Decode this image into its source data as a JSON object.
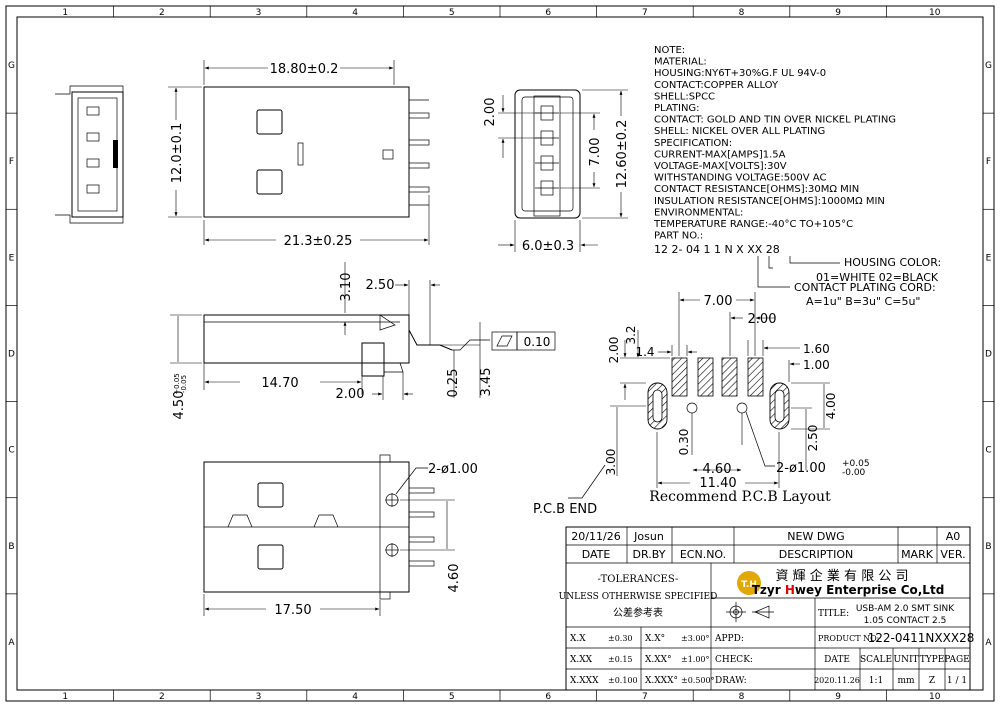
{
  "grid": {
    "cols": [
      "1",
      "2",
      "3",
      "4",
      "5",
      "6",
      "7",
      "8",
      "9",
      "10"
    ],
    "rows": [
      "G",
      "F",
      "E",
      "D",
      "C",
      "B",
      "A"
    ]
  },
  "notes": [
    "NOTE:",
    "MATERIAL:",
    "HOUSING:NY6T+30%G.F UL 94V-0",
    "CONTACT:COPPER ALLOY",
    "SHELL:SPCC",
    "PLATING:",
    "CONTACT: GOLD AND TIN OVER NICKEL PLATING",
    "SHELL: NICKEL OVER ALL PLATING",
    "SPECIFICATION:",
    "CURRENT-MAX[AMPS]1.5A",
    "VOLTAGE-MAX[VOLTS]:30V",
    "WITHSTANDING VOLTAGE:500V AC",
    "CONTACT RESISTANCE[OHMS]:30MΩ MIN",
    "INSULATION RESISTANCE[OHMS]:1000MΩ MIN",
    "ENVIRONMENTAL:",
    "TEMPERATURE RANGE:-40°C TO+105°C",
    "PART NO.:"
  ],
  "part_code": {
    "code": "12 2- 04 1 1 N X XX 28",
    "housing_color_label": "HOUSING COLOR:",
    "housing_color_values": "01=WHITE 02=BLACK",
    "plating_label": "CONTACT PLATING CORD:",
    "plating_values": "A=1u\"  B=3u\"  C=5u\""
  },
  "dims": {
    "top_len": "18.80±0.2",
    "top_height": "12.0±0.1",
    "top_total": "21.3±0.25",
    "front_pitch": "2.00",
    "front_inner": "7.00",
    "front_height": "12.60±0.2",
    "front_depth": "6.0±0.3",
    "side_310": "3.10",
    "side_250": "2.50",
    "side_flat_val": "0.10",
    "side_1470": "14.70",
    "side_200": "2.00",
    "side_025": "0.25",
    "side_345": "3.45",
    "side_450": "4.50",
    "side_450_tol_top": "+0.05",
    "side_450_tol_bot": "-0.05",
    "pcb_700": "7.00",
    "pcb_200": "2.00",
    "pcb_32": "3.2",
    "pcb_200b": "2.00",
    "pcb_14": "1.4",
    "pcb_160": "1.60",
    "pcb_100": "1.00",
    "pcb_400": "4.00",
    "pcb_030": "0.30",
    "pcb_250": "2.50",
    "pcb_300": "3.00",
    "pcb_460": "4.60",
    "pcb_hole": "2-ø1.00",
    "pcb_hole_tol_top": "+0.05",
    "pcb_hole_tol_bot": "-0.00",
    "pcb_1140": "11.40",
    "pcb_caption": "Recommend P.C.B Layout",
    "bot_hole": "2-ø1.00",
    "bot_460": "4.60",
    "bot_1750": "17.50",
    "pcb_end": "P.C.B END"
  },
  "title_block": {
    "rev_date": "20/11/26",
    "rev_by": "Josun",
    "rev_desc": "NEW DWG",
    "rev_ver": "A0",
    "h_date": "DATE",
    "h_drby": "DR.BY",
    "h_ecn": "ECN.NO.",
    "h_desc": "DESCRIPTION",
    "h_mark": "MARK",
    "h_ver": "VER.",
    "tol_title": "-TOLERANCES-",
    "tol_sub": "UNLESS OTHERWISE SPECIFIED",
    "tol_cn": "公差参考表",
    "company_cn": "資 輝 企 業 有 限 公 司",
    "company_logo": "T.H",
    "company_en_1": "Tzyr ",
    "company_en_h": "H",
    "company_en_2": "wey Enterprise Co,Ltd",
    "title_label": "TITLE:",
    "title_1": "USB-AM 2.0 SMT SINK",
    "title_2": "1.05 CONTACT 2.5",
    "tol_rows": [
      {
        "a": "X.X",
        "av": "±0.30",
        "b": "X.X°",
        "bv": "±3.00°",
        "c": "APPD:"
      },
      {
        "a": "X.XX",
        "av": "±0.15",
        "b": "X.XX°",
        "bv": "±1.00°",
        "c": "CHECK:"
      },
      {
        "a": "X.XXX",
        "av": "±0.100",
        "b": "X.XXX°",
        "bv": "±0.500°",
        "c": "DRAW:"
      }
    ],
    "product_label": "PRODUCT NO:",
    "product_no": "122-0411NXXX28",
    "f_date": "DATE",
    "f_scale": "SCALE",
    "f_unit": "UNIT",
    "f_type": "TYPE",
    "f_page": "PAGE",
    "v_date": "2020.11.26",
    "v_scale": "1:1",
    "v_unit": "mm",
    "v_type": "Z",
    "v_page": "1 / 1"
  },
  "colors": {
    "logo": "#e0a800",
    "logo_text": "#ffffff",
    "ink": "#000000"
  }
}
